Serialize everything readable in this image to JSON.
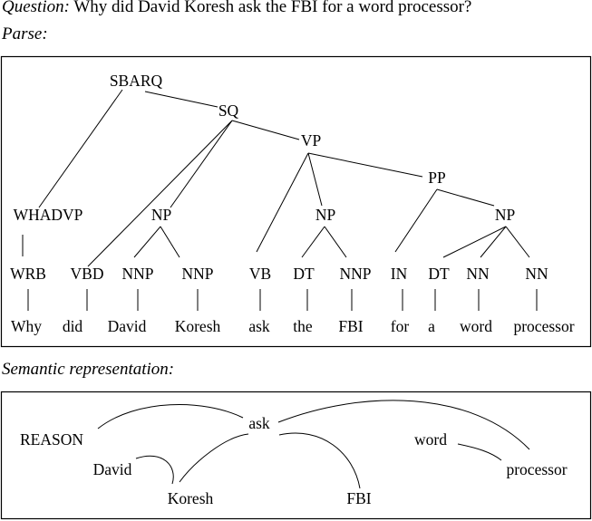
{
  "question": {
    "label": "Question:",
    "text": "Why did David Koresh ask the FBI for a word processor?"
  },
  "parse_label": "Parse:",
  "semantic_label": "Semantic representation:",
  "parse_tree": {
    "nodes": {
      "sbarq": "SBARQ",
      "sq": "SQ",
      "vp": "VP",
      "pp": "PP",
      "whadvp": "WHADVP",
      "np_subj": "NP",
      "np_obj": "NP",
      "np_pp": "NP"
    },
    "pos_tags": [
      "WRB",
      "VBD",
      "NNP",
      "NNP",
      "VB",
      "DT",
      "NNP",
      "IN",
      "DT",
      "NN",
      "NN"
    ],
    "words": [
      "Why",
      "did",
      "David",
      "Koresh",
      "ask",
      "the",
      "FBI",
      "for",
      "a",
      "word",
      "processor"
    ]
  },
  "semantic": {
    "nodes": {
      "reason": "REASON",
      "ask": "ask",
      "david": "David",
      "koresh": "Koresh",
      "fbi": "FBI",
      "word": "word",
      "processor": "processor"
    }
  }
}
